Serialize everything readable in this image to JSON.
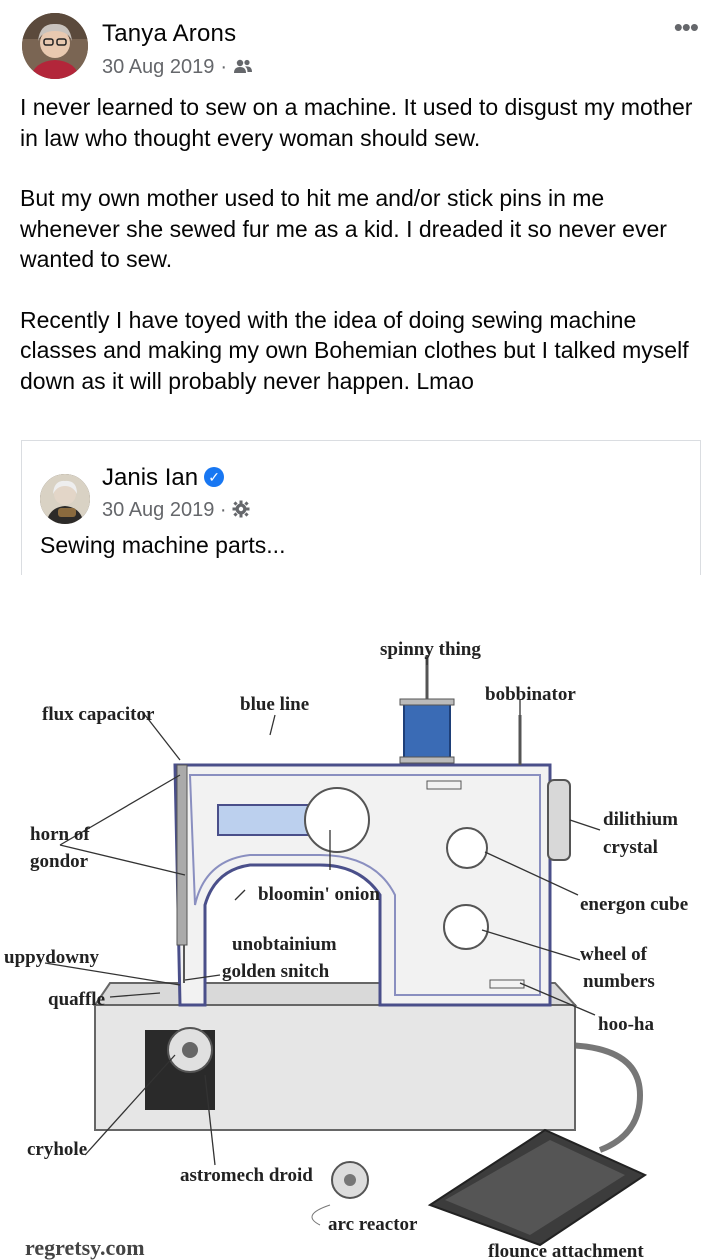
{
  "post": {
    "author": "Tanya Arons",
    "date": "30 Aug 2019",
    "audience_icon": "friends-icon",
    "more_icon": "more-options-icon",
    "paragraphs": [
      "I never learned to sew on a machine. It used to disgust my mother in law who thought every woman  should sew.",
      "But my own mother used to hit me and/or stick pins in me whenever she sewed fur me as a kid.  I dreaded it so never ever wanted to sew.",
      "Recently I have toyed with the idea of doing sewing machine classes and making my own Bohemian clothes but I talked myself down as it will probably never happen. Lmao"
    ]
  },
  "shared_post": {
    "author": "Janis Ian",
    "verified_icon": "verified-badge-icon",
    "date": "30 Aug 2019",
    "audience_icon": "settings-gear-icon",
    "text": "Sewing machine parts..."
  },
  "image": {
    "labels": {
      "spinny_thing": "spinny thing",
      "bobbinator": "bobbinator",
      "blue_line": "blue line",
      "flux_capacitor": "flux capacitor",
      "horn_of_gondor_1": "horn of",
      "horn_of_gondor_2": "gondor",
      "dilithium_1": "dilithium",
      "dilithium_2": "crystal",
      "bloomin_onion": "bloomin' onion",
      "energon_cube": "energon cube",
      "unobtainium": "unobtainium",
      "golden_snitch": "golden snitch",
      "uppydowny": "uppydowny",
      "quaffle": "quaffle",
      "wheel_1": "wheel of",
      "wheel_2": "numbers",
      "hoo_ha": "hoo-ha",
      "cryhole": "cryhole",
      "astromech_droid": "astromech droid",
      "arc_reactor": "arc reactor",
      "flounce_attachment": "flounce attachment"
    },
    "watermark": "regretsy.com"
  },
  "colors": {
    "text": "#050505",
    "secondary": "#65676b",
    "verified": "#1877f2",
    "machine_outline": "#4a4f8a",
    "spool": "#3a6bb5"
  }
}
